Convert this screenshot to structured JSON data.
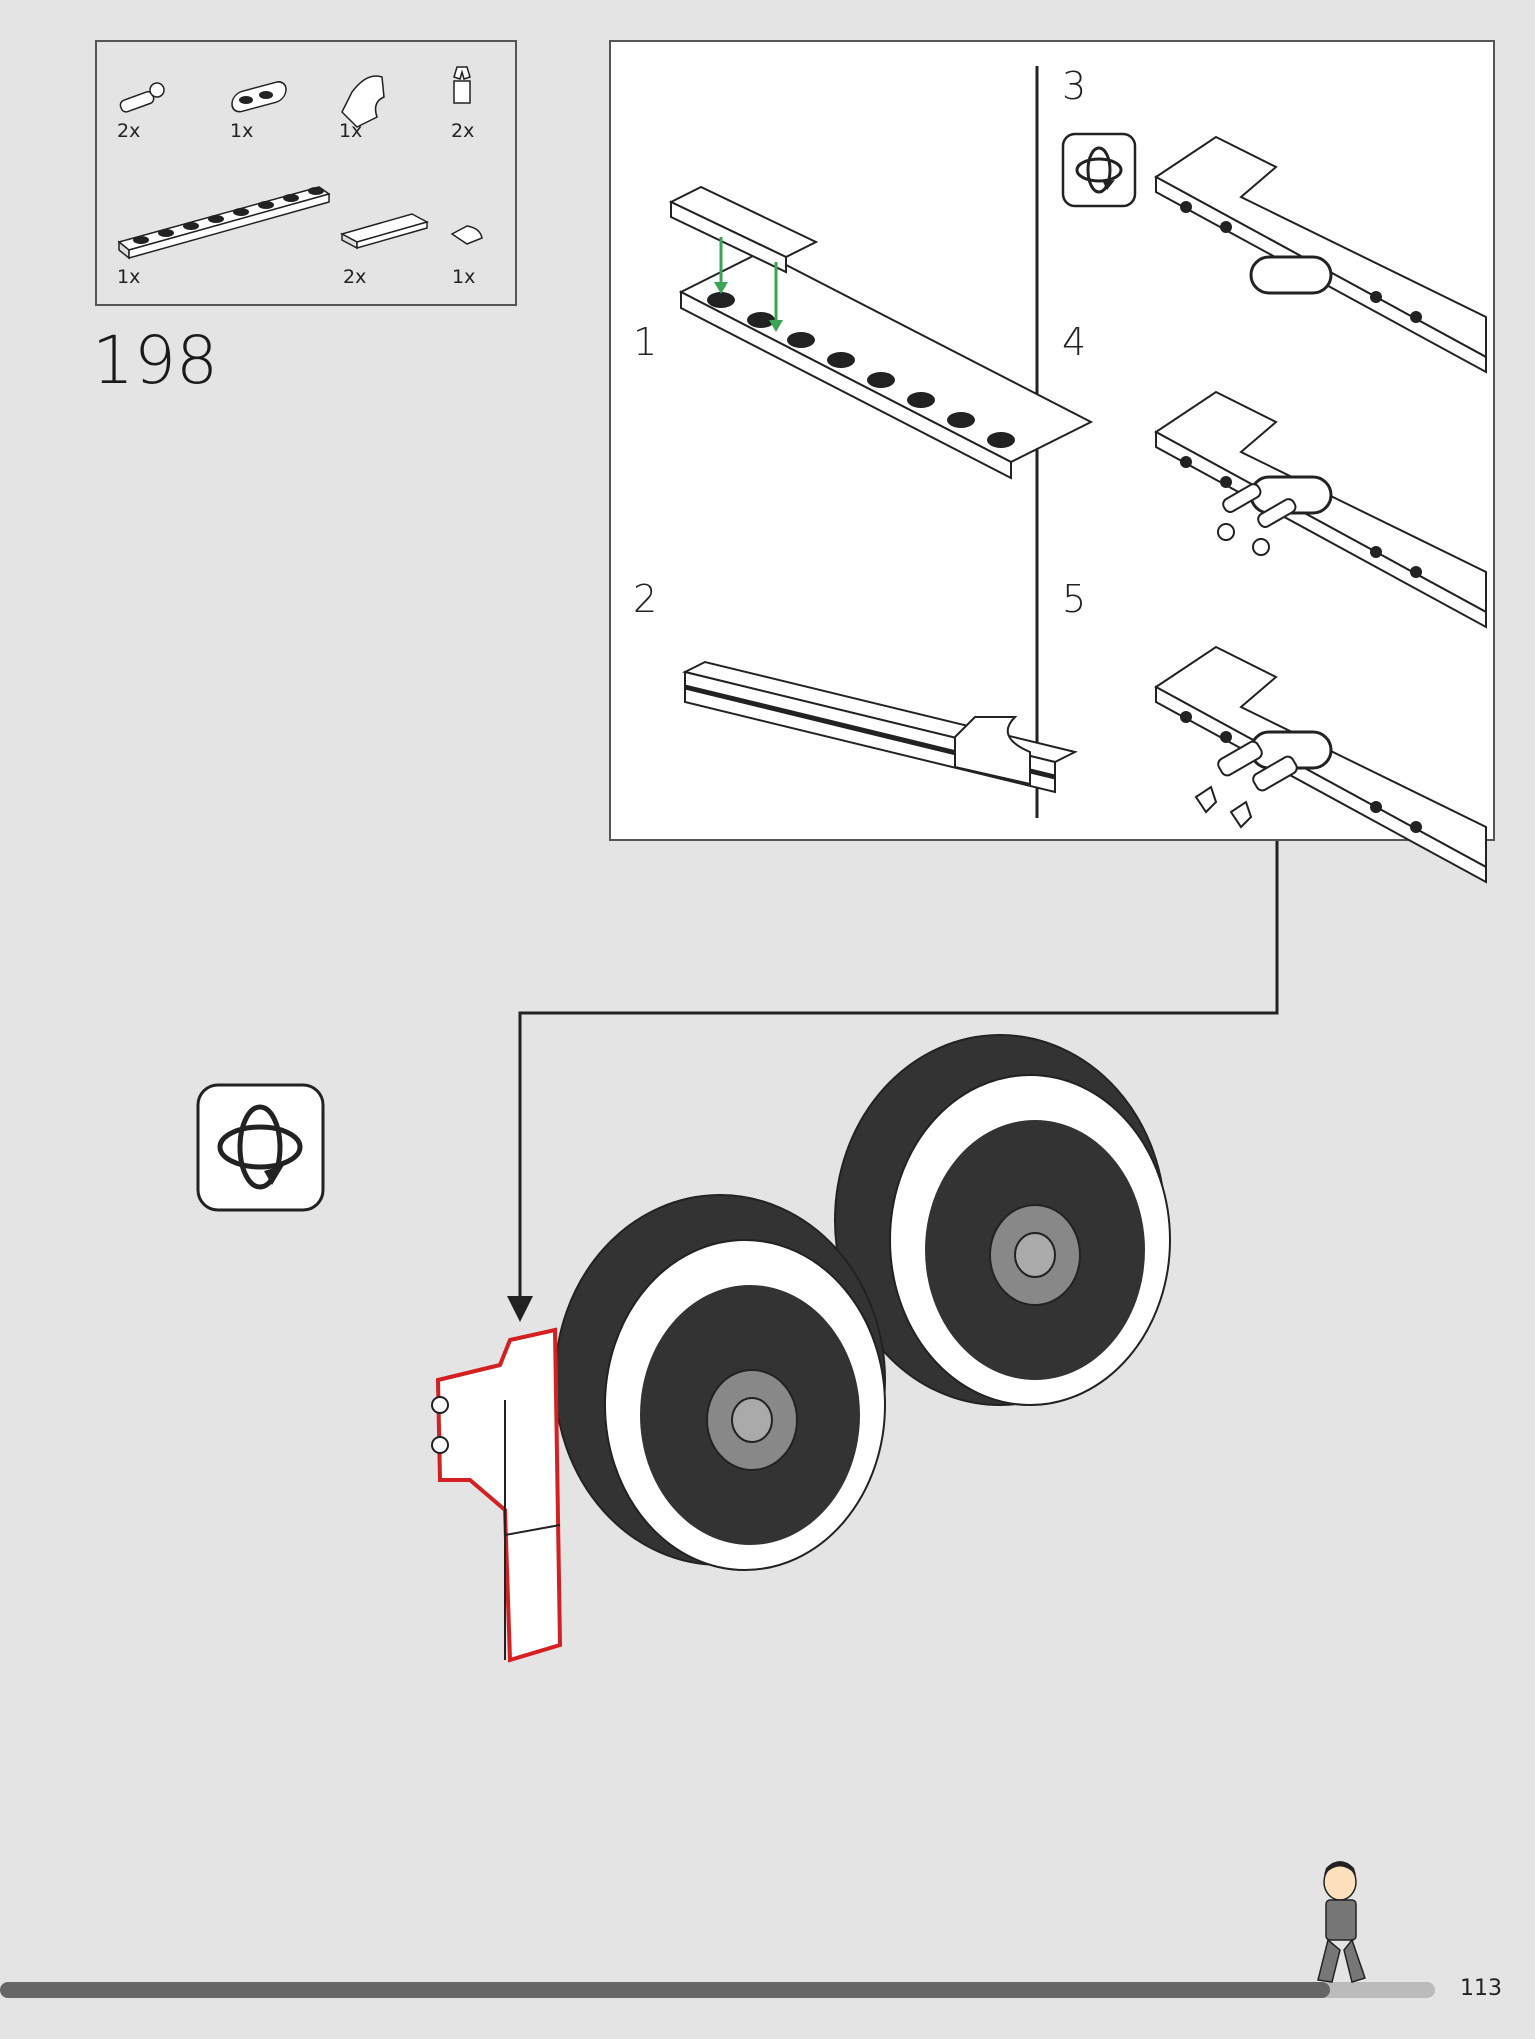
{
  "step": {
    "number": "198"
  },
  "parts_list": [
    {
      "name": "pin-with-bar",
      "qty": "2x"
    },
    {
      "name": "plate-1x2-with-ring",
      "qty": "1x"
    },
    {
      "name": "curved-slope-piece",
      "qty": "1x"
    },
    {
      "name": "clip-bar-holder",
      "qty": "2x"
    },
    {
      "name": "plate-1x8",
      "qty": "1x"
    },
    {
      "name": "tile-1x4",
      "qty": "2x"
    },
    {
      "name": "quarter-tile-round",
      "qty": "1x"
    }
  ],
  "substeps": [
    {
      "number": "1"
    },
    {
      "number": "2"
    },
    {
      "number": "3"
    },
    {
      "number": "4"
    },
    {
      "number": "5"
    }
  ],
  "colors": {
    "background": "#e4e4e4",
    "highlight": "#d42020",
    "arrow_green": "#3aa655",
    "tire_dark": "#333333"
  },
  "page_number": "113"
}
